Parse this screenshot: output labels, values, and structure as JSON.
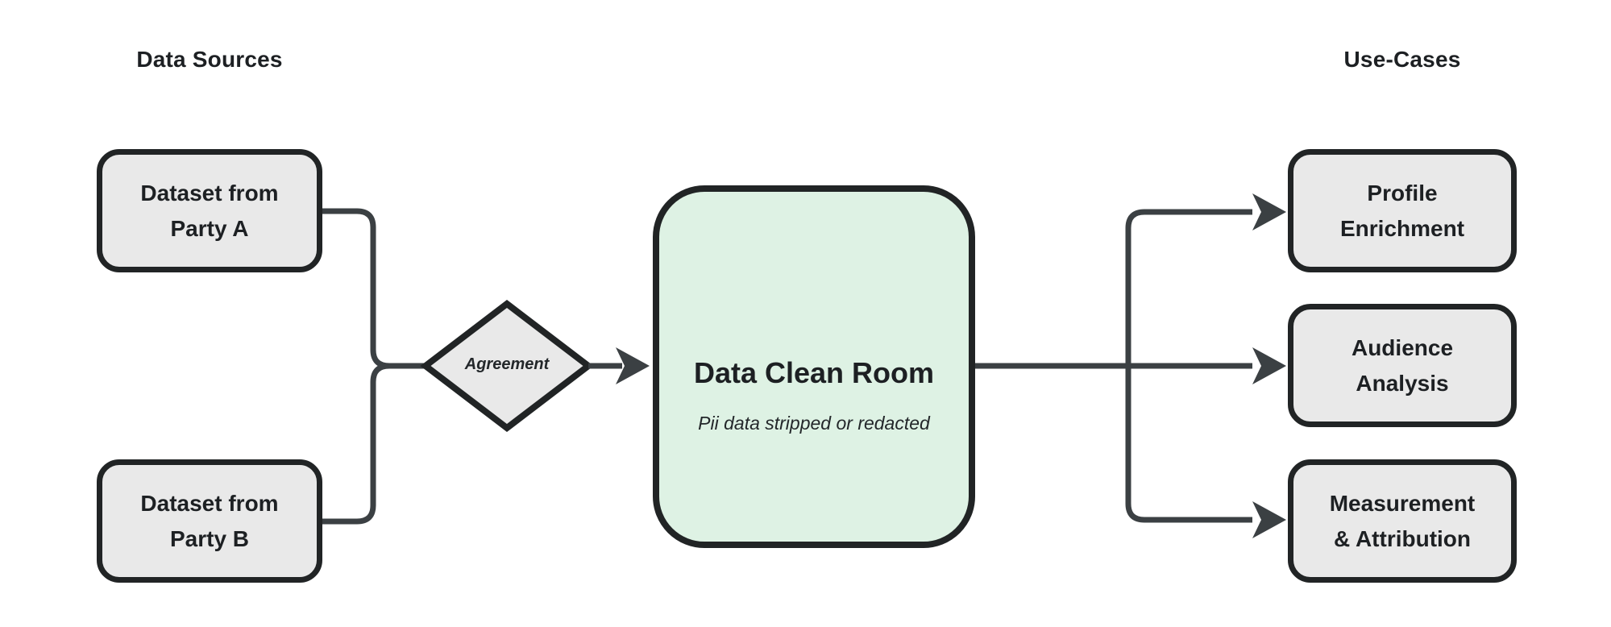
{
  "headers": {
    "data_sources": "Data Sources",
    "use_cases": "Use-Cases"
  },
  "nodes": {
    "party_a": {
      "line1": "Dataset from",
      "line2": "Party A"
    },
    "party_b": {
      "line1": "Dataset from",
      "line2": "Party B"
    },
    "agreement": {
      "label": "Agreement"
    },
    "clean_room": {
      "title": "Data Clean Room",
      "subtitle": "Pii data stripped or redacted"
    },
    "profile": {
      "line1": "Profile",
      "line2": "Enrichment"
    },
    "audience": {
      "line1": "Audience",
      "line2": "Analysis"
    },
    "measurement": {
      "line1": "Measurement",
      "line2": "& Attribution"
    }
  },
  "colors": {
    "background": "#ffffff",
    "node_fill": "#e9e9e9",
    "clean_room_fill": "#def2e4",
    "node_border": "#212425",
    "connector": "#3b4043",
    "text": "#1d2023"
  }
}
